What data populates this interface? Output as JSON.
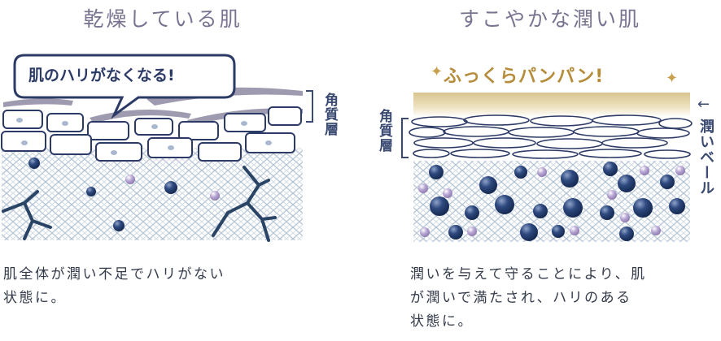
{
  "left": {
    "title": "乾燥している肌",
    "bubble": "肌のハリがなくなる!",
    "layer_label": "角質層",
    "caption": "肌全体が潤い不足でハリがない\n状態に。"
  },
  "right": {
    "title": "すこやかな潤い肌",
    "burst": "ふっくらパンパン!",
    "layer_label": "角質層",
    "veil_arrow": "←",
    "veil_label": "潤いベール",
    "caption": "潤いを与えて守ることにより、肌\nが潤いで満たされ、ハリのある\n状態に。"
  },
  "colors": {
    "title": "#7a7390",
    "navy": "#2c3a66",
    "mesh": "#b8c6d6",
    "crack": "#2a4466",
    "gold": "#c9a04e",
    "lavender": "#b9a8d4"
  },
  "icons": [
    "sparkle-icon",
    "speech-bubble",
    "crack-mark"
  ]
}
